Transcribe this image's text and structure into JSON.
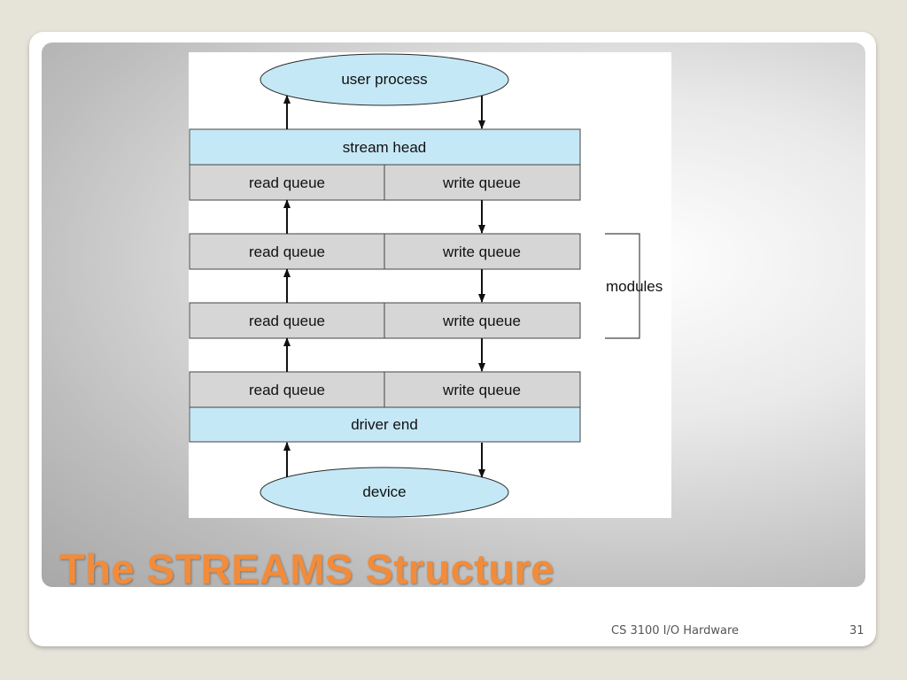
{
  "slide": {
    "title": "The STREAMS Structure",
    "footer": "CS 3100 I/O Hardware",
    "page_number": "31"
  },
  "diagram": {
    "top_node": "user process",
    "stream_head": "stream head",
    "rows": [
      {
        "read": "read queue",
        "write": "write queue"
      },
      {
        "read": "read queue",
        "write": "write queue"
      },
      {
        "read": "read queue",
        "write": "write queue"
      },
      {
        "read": "read queue",
        "write": "write queue"
      }
    ],
    "driver_end": "driver end",
    "bottom_node": "device",
    "bracket_label": "modules"
  },
  "colors": {
    "title": "#f28c3a",
    "head_fill": "#c5e8f6",
    "queue_fill": "#d6d6d6",
    "node_fill": "#c5e8f6"
  }
}
